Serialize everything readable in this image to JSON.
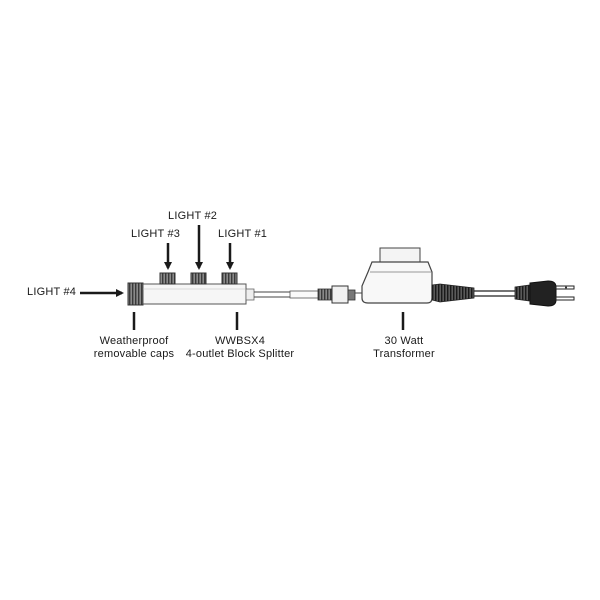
{
  "labels": {
    "light1": "LIGHT #1",
    "light2": "LIGHT #2",
    "light3": "LIGHT #3",
    "light4": "LIGHT #4",
    "caps_line1": "Weatherproof",
    "caps_line2": "removable caps",
    "splitter_line1": "WWBSX4",
    "splitter_line2": "4-outlet Block Splitter",
    "transformer_line1": "30 Watt",
    "transformer_line2": "Transformer"
  },
  "colors": {
    "ink": "#1a1a1a",
    "outline": "#555555",
    "body_fill": "#f6f6f6",
    "cap_fill": "#9a9a9a",
    "transformer_fill": "#3a3a3a",
    "cable": "#222222"
  }
}
